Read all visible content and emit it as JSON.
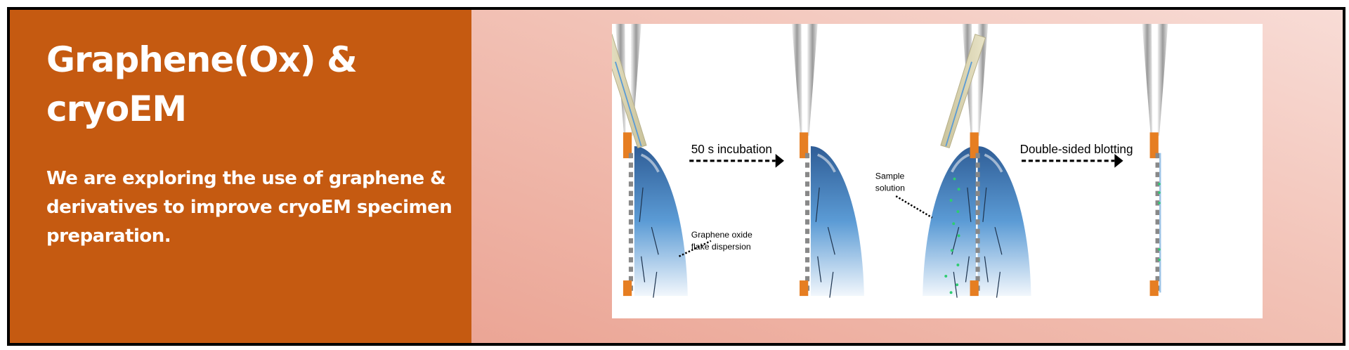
{
  "panel": {
    "title_line1": "Graphene(Ox) &",
    "title_line2": "cryoEM",
    "description": "We are exploring the use of graphene & derivatives to improve cryoEM specimen preparation."
  },
  "figure": {
    "step1_label": "50 s incubation",
    "step2_label": "Double-sided blotting",
    "annotation_graphene_line1": "Graphene oxide",
    "annotation_graphene_line2": "flake dispersion",
    "annotation_sample_line1": "Sample",
    "annotation_sample_line2": "solution"
  },
  "colors": {
    "panel_bg": "#c55a11",
    "clamp": "#e67e22",
    "droplet_dark": "#2f5d96",
    "droplet_mid": "#5b9bd5",
    "particle": "#2ecc71"
  }
}
